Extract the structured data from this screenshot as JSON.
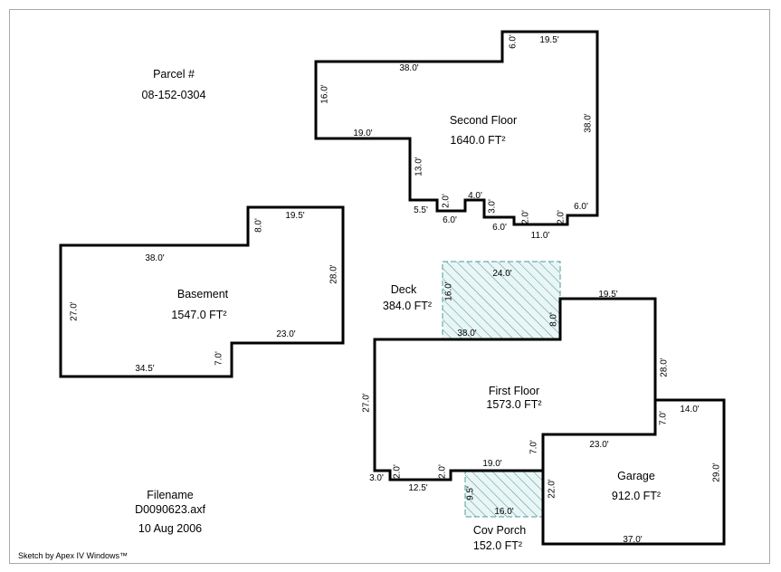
{
  "parcel": {
    "label": "Parcel #",
    "number": "08-152-0304"
  },
  "file": {
    "label": "Filename",
    "name": "D0090623.axf",
    "date": "10 Aug 2006"
  },
  "credit": "Sketch by Apex IV Windows™",
  "colors": {
    "wall": "#000000",
    "hatch": "#4f9aa0",
    "hatch_fill": "#eaf6f5",
    "frame": "#a8a8a8"
  },
  "areas": {
    "second_floor": {
      "name": "Second Floor",
      "size": "1640.0 FT²"
    },
    "basement": {
      "name": "Basement",
      "size": "1547.0 FT²"
    },
    "deck": {
      "name": "Deck",
      "size": "384.0 FT²"
    },
    "first_floor": {
      "name": "First Floor",
      "size": "1573.0 FT²"
    },
    "garage": {
      "name": "Garage",
      "size": "912.0 FT²"
    },
    "cov_porch": {
      "name": "Cov Porch",
      "size": "152.0 FT²"
    }
  },
  "dimensions": {
    "second_floor": [
      "6.0'",
      "19.5'",
      "38.0'",
      "16.0'",
      "38.0'",
      "19.0'",
      "13.0'",
      "5.5'",
      "2.0'",
      "6.0'",
      "4.0'",
      "3.0'",
      "6.0'",
      "2.0'",
      "11.0'",
      "2.0'",
      "6.0'"
    ],
    "basement": [
      "8.0'",
      "19.5'",
      "38.0'",
      "28.0'",
      "27.0'",
      "23.0'",
      "7.0'",
      "34.5'"
    ],
    "deck": [
      "24.0'",
      "16.0'",
      "8.0'",
      "38.0'"
    ],
    "first_floor": [
      "19.5'",
      "28.0'",
      "27.0'",
      "7.0'",
      "23.0'",
      "7.0'",
      "19.0'",
      "2.0'",
      "2.0'",
      "3.0'",
      "12.5'"
    ],
    "garage": [
      "14.0'",
      "29.0'",
      "22.0'",
      "37.0'"
    ],
    "cov_porch": [
      "9.5'",
      "16.0'"
    ]
  }
}
